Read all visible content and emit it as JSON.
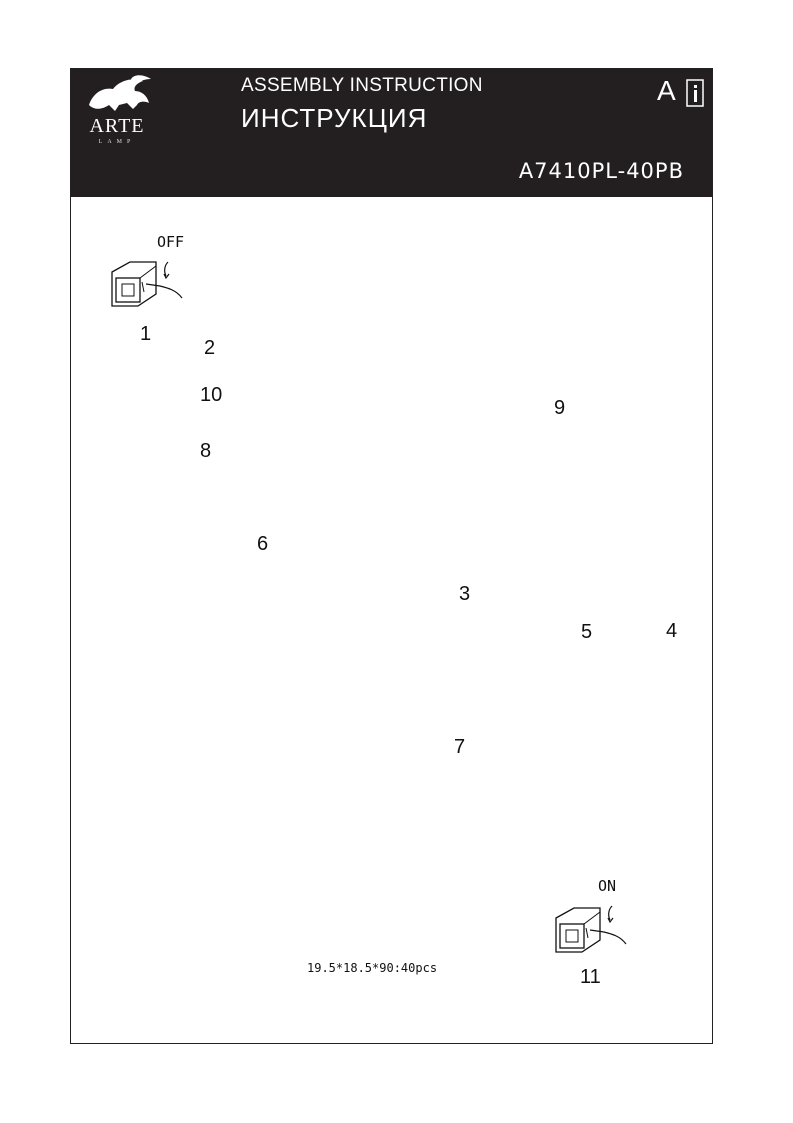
{
  "header": {
    "brand_name": "ARTE",
    "brand_sub": "LAMP",
    "title_en": "ASSEMBLY INSTRUCTION",
    "title_ru": "ИНСТРУКЦИЯ",
    "model": "A7410PL-40PB",
    "mark_letter": "A",
    "icons": [
      "lion-logo-icon",
      "info-book-icon"
    ]
  },
  "steps": {
    "off_label": "OFF",
    "on_label": "ON",
    "n1": "1",
    "n2": "2",
    "n3": "3",
    "n4": "4",
    "n5": "5",
    "n6": "6",
    "n7": "7",
    "n8": "8",
    "n9": "9",
    "n10": "10",
    "n11": "11"
  },
  "spec": "19.5*18.5*90:40pcs",
  "colors": {
    "header_bg": "#231f20",
    "leader_lines": "#d02030",
    "ink": "#111111"
  }
}
